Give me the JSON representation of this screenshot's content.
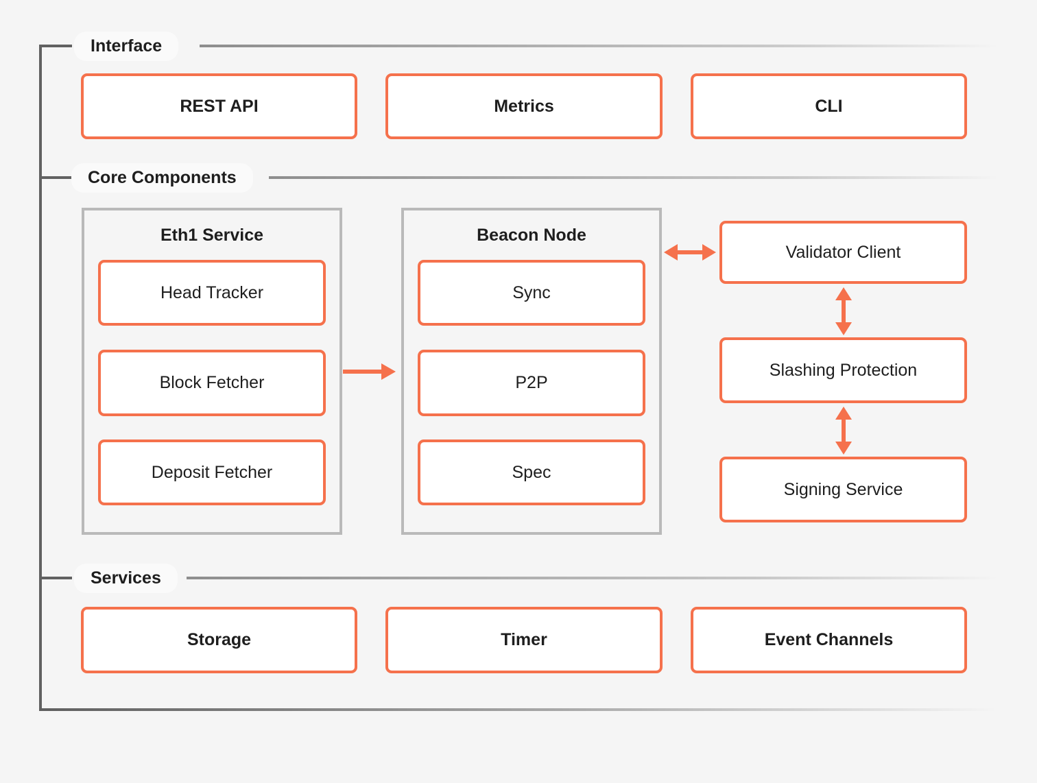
{
  "interface_section": {
    "label": "Interface",
    "boxes": [
      "REST API",
      "Metrics",
      "CLI"
    ]
  },
  "core_section": {
    "label": "Core Components",
    "eth1_service": {
      "title": "Eth1 Service",
      "components": [
        "Head Tracker",
        "Block Fetcher",
        "Deposit Fetcher"
      ]
    },
    "beacon_node": {
      "title": "Beacon Node",
      "components": [
        "Sync",
        "P2P",
        "Spec"
      ]
    },
    "validator_column": [
      "Validator Client",
      "Slashing Protection",
      "Signing Service"
    ]
  },
  "services_section": {
    "label": "Services",
    "boxes": [
      "Storage",
      "Timer",
      "Event Channels"
    ]
  },
  "connections": [
    {
      "from": "Eth1 Service",
      "to": "Beacon Node",
      "type": "one-way"
    },
    {
      "from": "Beacon Node",
      "to": "Validator Client",
      "type": "two-way"
    },
    {
      "from": "Validator Client",
      "to": "Slashing Protection",
      "type": "two-way"
    },
    {
      "from": "Slashing Protection",
      "to": "Signing Service",
      "type": "two-way"
    }
  ],
  "colors": {
    "background": "#f5f5f5",
    "accent_orange": "#f5714c",
    "container_border": "#b9b9b9",
    "bracket_gray": "#616161",
    "box_fill": "#ffffff",
    "text": "#1e1e1e"
  }
}
